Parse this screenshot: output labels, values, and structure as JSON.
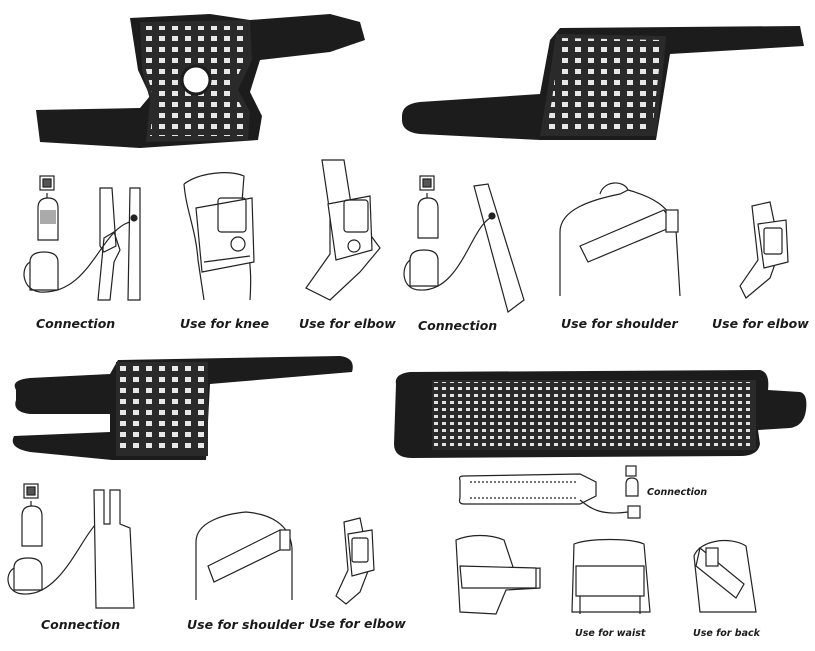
{
  "product_1": {
    "labels": {
      "connection": "Connection",
      "knee": "Use for knee",
      "elbow": "Use for elbow"
    }
  },
  "product_2": {
    "labels": {
      "connection": "Connection",
      "shoulder": "Use for shoulder",
      "elbow": "Use for elbow"
    }
  },
  "product_3": {
    "labels": {
      "connection": "Connection",
      "shoulder": "Use for shoulder",
      "elbow": "Use for elbow"
    }
  },
  "product_4": {
    "labels": {
      "connection": "Connection",
      "waist": "Use for waist",
      "back": "Use for back"
    }
  },
  "colors": {
    "wrap": "#1c1c1c",
    "panel": "#2a2a2a",
    "led": "#e8e8e8",
    "line": "#222222"
  }
}
